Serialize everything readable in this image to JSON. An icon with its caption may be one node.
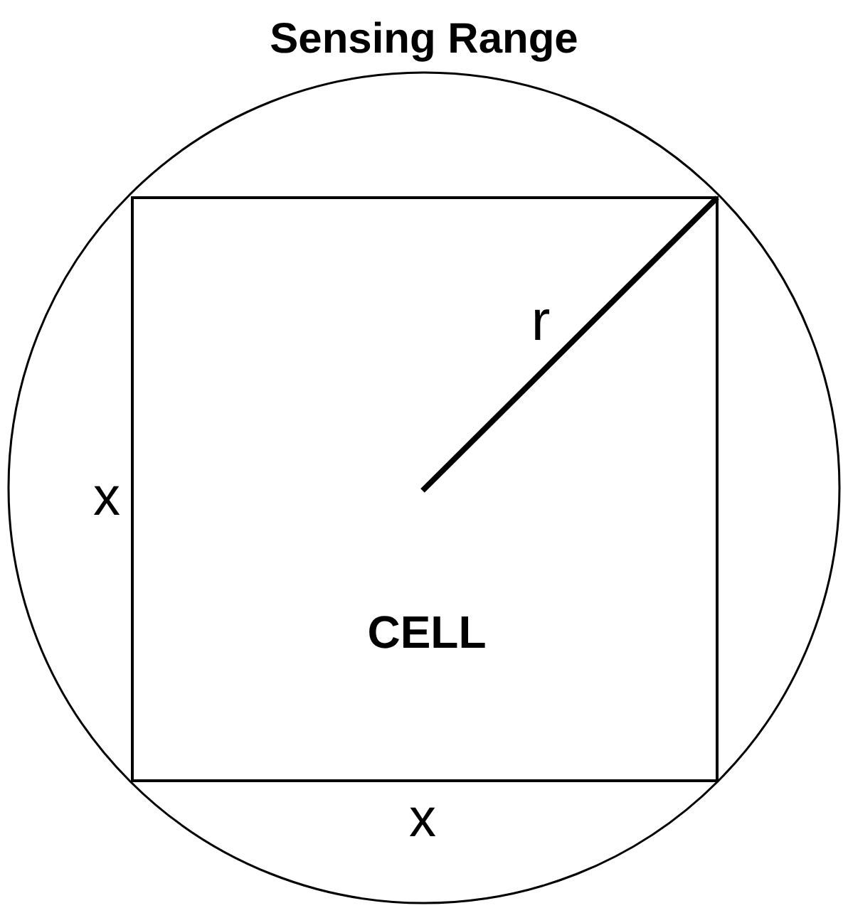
{
  "diagram": {
    "nodes": [
      {
        "text": [
          "Sensing Range"
        ]
      },
      {
        "text": [
          "CELL"
        ],
        "in": 0
      }
    ],
    "labels": [
      "r",
      "x",
      "x"
    ]
  }
}
